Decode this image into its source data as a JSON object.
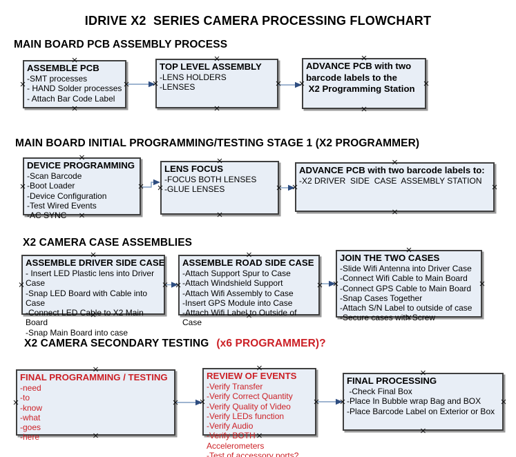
{
  "title": "IDRIVE X2  SERIES CAMERA PROCESSING FLOWCHART",
  "colors": {
    "box_fill": "#e8eef6",
    "box_border": "#3f3f3f",
    "box_shadow": "#9a9a9a",
    "arrow_line": "#7e9cc0",
    "arrow_head": "#2e4d80",
    "alert_red": "#cc2026"
  },
  "sections": {
    "s1": {
      "heading": "MAIN BOARD PCB ASSEMBLY PROCESS"
    },
    "s2": {
      "heading": "MAIN BOARD INITIAL PROGRAMMING/TESTING STAGE 1 (X2 PROGRAMMER)"
    },
    "s3": {
      "heading": "X2 CAMERA CASE ASSEMBLIES"
    },
    "s4": {
      "heading_black": "X2 CAMERA SECONDARY TESTING",
      "heading_red": "(x6 PROGRAMMER)?"
    }
  },
  "boxes": {
    "assemble_pcb": {
      "title": "ASSEMBLE PCB",
      "lines": [
        "-SMT processes",
        "- HAND Solder processes",
        "- Attach Bar Code Label"
      ]
    },
    "top_level_assembly": {
      "title": "TOP LEVEL ASSEMBLY",
      "lines": [
        "-LENS HOLDERS",
        "-LENSES"
      ]
    },
    "advance_pcb_programming": {
      "title": "",
      "lines": [
        "ADVANCE PCB with two",
        "barcode labels to the",
        " X2 Programming Station"
      ]
    },
    "device_programming": {
      "title": "DEVICE PROGRAMMING",
      "lines": [
        "-Scan Barcode",
        "-Boot Loader",
        "-Device Configuration",
        "-Test Wired Events",
        "-AC SYNC"
      ]
    },
    "lens_focus": {
      "title": "LENS FOCUS",
      "lines": [
        "-FOCUS BOTH LENSES",
        "-GLUE LENSES"
      ]
    },
    "advance_pcb_driver_side": {
      "title": "ADVANCE PCB with two barcode labels to:",
      "lines": [
        "-X2 DRIVER  SIDE  CASE  ASSEMBLY STATION"
      ]
    },
    "assemble_driver_side_case": {
      "title": "ASSEMBLE DRIVER SIDE CASE",
      "lines": [
        "- Insert LED Plastic lens into Driver Case",
        "-Snap LED Board with Cable into Case",
        "-Connect LED Cable to X2 Main Board",
        "-Snap Main Board into case"
      ]
    },
    "assemble_road_side_case": {
      "title": "ASSEMBLE ROAD SIDE CASE",
      "lines": [
        "-Attach Support Spur to Case",
        "-Attach Windshield Support",
        "-Attach Wifi Assembly to Case",
        "-Insert GPS Module into Case",
        "-Attach Wifi Label to Outside of Case"
      ]
    },
    "join_the_two_cases": {
      "title": "JOIN THE TWO CASES",
      "lines": [
        "-Slide Wifi Antenna into Driver Case",
        "-Connect Wifi Cable to Main Board",
        "-Connect GPS Cable to Main Board",
        "-Snap Cases Together",
        "-Attach S/N Label to outside of case",
        "-Secure cases with Screw"
      ]
    },
    "final_programming_testing": {
      "title": "FINAL PROGRAMMING / TESTING",
      "lines": [
        "-need",
        "-to",
        "-know",
        "-what",
        "-goes",
        "-here"
      ]
    },
    "review_of_events": {
      "title": "REVIEW OF EVENTS",
      "lines": [
        "-Verify Transfer",
        "-Verify Correct Quantity",
        "-Verify Quality of Video",
        "-Verify LEDs function",
        "-Verify Audio",
        "-Verify BOTH Accelerometers",
        "-Test of accessory ports?"
      ]
    },
    "final_processing": {
      "title": "FINAL PROCESSING",
      "lines": [
        " -Check Final Box",
        "-Place In Bubble wrap Bag and BOX",
        "-Place Barcode Label on Exterior or Box"
      ]
    }
  }
}
